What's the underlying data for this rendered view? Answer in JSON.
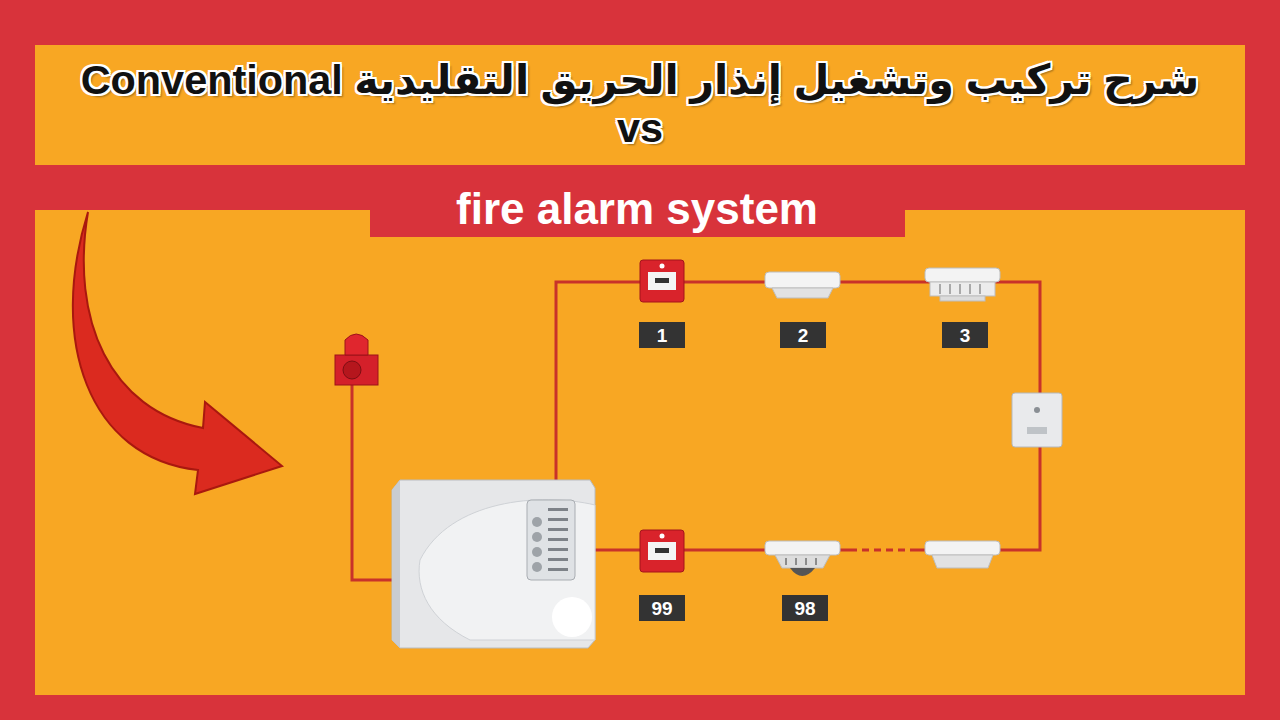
{
  "diagram": {
    "title": "شرح تركيب وتشغيل إنذار الحريق التقليدية Conventional vs",
    "labels": [
      "fire alarm system",
      "1",
      "2",
      "3",
      "99",
      "98"
    ]
  }
}
